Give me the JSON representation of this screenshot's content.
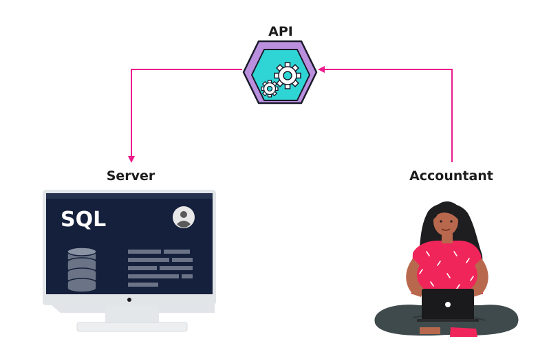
{
  "diagram": {
    "nodes": {
      "api": {
        "label": "API",
        "icon": "gears-hexagon-icon"
      },
      "server": {
        "label": "Server",
        "screen_text": "SQL",
        "icon": "monitor-database-icon"
      },
      "accountant": {
        "label": "Accountant",
        "icon": "person-laptop-icon"
      }
    },
    "edges": [
      {
        "from": "api",
        "to": "server"
      },
      {
        "from": "accountant",
        "to": "api"
      }
    ],
    "colors": {
      "arrow": "#ec1a8c",
      "hex_outer": "#b98fde",
      "hex_inner": "#2fd5d4",
      "screen": "#14203c",
      "shirt": "#f0265a",
      "skin": "#b8684d",
      "hair": "#1e1e20",
      "pants": "#3f4a4c"
    }
  }
}
